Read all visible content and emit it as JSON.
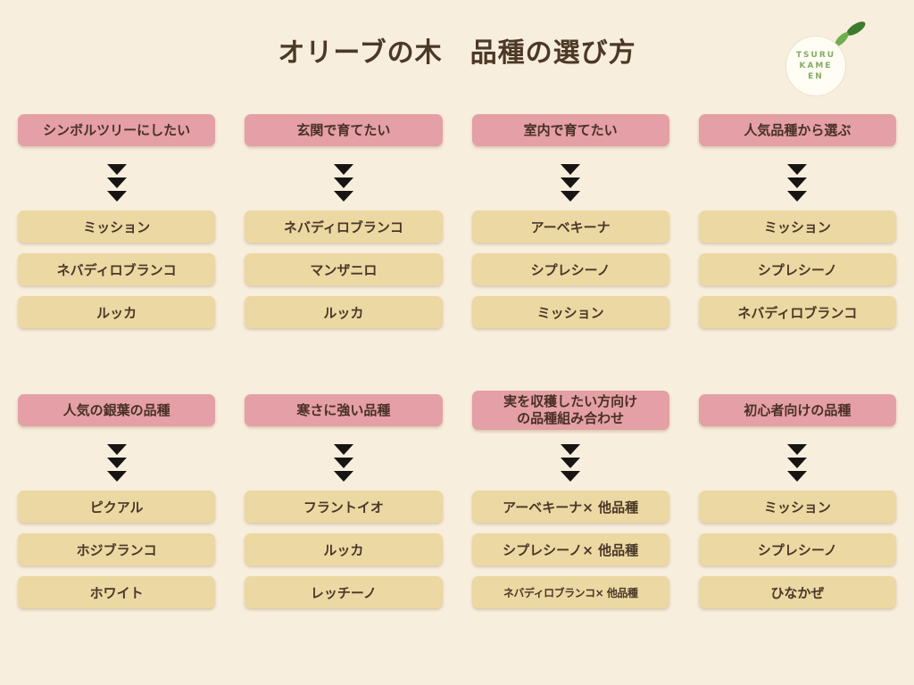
{
  "title": "オリーブの木　品種の選び方",
  "logo": {
    "line1": "TSURU",
    "line2": "KAME",
    "line3": "EN"
  },
  "columns": [
    {
      "header": "シンボルツリーにしたい",
      "items": [
        "ミッション",
        "ネバディロブランコ",
        "ルッカ"
      ]
    },
    {
      "header": "玄関で育てたい",
      "items": [
        "ネバディロブランコ",
        "マンザニロ",
        "ルッカ"
      ]
    },
    {
      "header": "室内で育てたい",
      "items": [
        "アーベキーナ",
        "シプレシーノ",
        "ミッション"
      ]
    },
    {
      "header": "人気品種から選ぶ",
      "items": [
        "ミッション",
        "シプレシーノ",
        "ネバディロブランコ"
      ]
    },
    {
      "header": "人気の銀葉の品種",
      "items": [
        "ピクアル",
        "ホジブランコ",
        "ホワイト"
      ]
    },
    {
      "header": "寒さに強い品種",
      "items": [
        "フラントイオ",
        "ルッカ",
        "レッチーノ"
      ]
    },
    {
      "header": "実を収穫したい方向け\nの品種組み合わせ",
      "items": [
        "アーベキーナ× 他品種",
        "シプレシーノ× 他品種",
        "ネバディロブランコ× 他品種"
      ]
    },
    {
      "header": "初心者向けの品種",
      "items": [
        "ミッション",
        "シプレシーノ",
        "ひなかぜ"
      ]
    }
  ],
  "colors": {
    "background": "#f8eedd",
    "header_pink": "#e4a0a6",
    "item_tan": "#ecd8a2",
    "text_brown": "#4a3728",
    "arrow_black": "#171412",
    "logo_green": "#86ab67",
    "leaf_dark_green": "#3c7a2e",
    "leaf_light_green": "#6fae4e"
  }
}
